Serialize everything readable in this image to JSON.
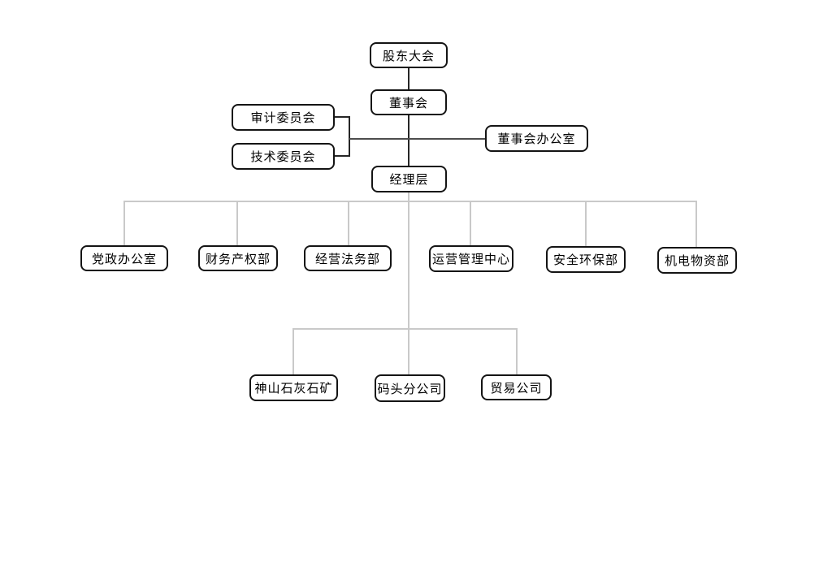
{
  "org_chart": {
    "type": "org-chart",
    "nodes": {
      "shareholders_meeting": {
        "label": "股东大会"
      },
      "board_of_directors": {
        "label": "董事会"
      },
      "audit_committee": {
        "label": "审计委员会"
      },
      "technical_committee": {
        "label": "技术委员会"
      },
      "board_office": {
        "label": "董事会办公室"
      },
      "management": {
        "label": "经理层"
      },
      "party_admin_office": {
        "label": "党政办公室"
      },
      "finance_property_dept": {
        "label": "财务产权部"
      },
      "operation_legal_dept": {
        "label": "经营法务部"
      },
      "operation_mgmt_center": {
        "label": "运营管理中心"
      },
      "safety_env_dept": {
        "label": "安全环保部"
      },
      "mech_elec_material_dept": {
        "label": "机电物资部"
      },
      "shenshan_limestone_mine": {
        "label": "神山石灰石矿"
      },
      "wharf_branch_company": {
        "label": "码头分公司"
      },
      "trading_company": {
        "label": "贸易公司"
      }
    },
    "edges": [
      {
        "from": "shareholders_meeting",
        "to": "board_of_directors"
      },
      {
        "from": "board_of_directors",
        "to": "management"
      },
      {
        "from": "board_of_directors",
        "to": "audit_committee"
      },
      {
        "from": "board_of_directors",
        "to": "technical_committee"
      },
      {
        "from": "board_of_directors",
        "to": "board_office"
      },
      {
        "from": "management",
        "to": "party_admin_office"
      },
      {
        "from": "management",
        "to": "finance_property_dept"
      },
      {
        "from": "management",
        "to": "operation_legal_dept"
      },
      {
        "from": "management",
        "to": "operation_mgmt_center"
      },
      {
        "from": "management",
        "to": "safety_env_dept"
      },
      {
        "from": "management",
        "to": "mech_elec_material_dept"
      },
      {
        "from": "management",
        "to": "shenshan_limestone_mine"
      },
      {
        "from": "management",
        "to": "wharf_branch_company"
      },
      {
        "from": "management",
        "to": "trading_company"
      }
    ],
    "colors": {
      "background": "#ffffff",
      "node_border": "#141414",
      "node_fill": "#ffffff",
      "text": "#000000",
      "primary_connector": "#262626",
      "secondary_connector": "#c9c9c9"
    }
  }
}
